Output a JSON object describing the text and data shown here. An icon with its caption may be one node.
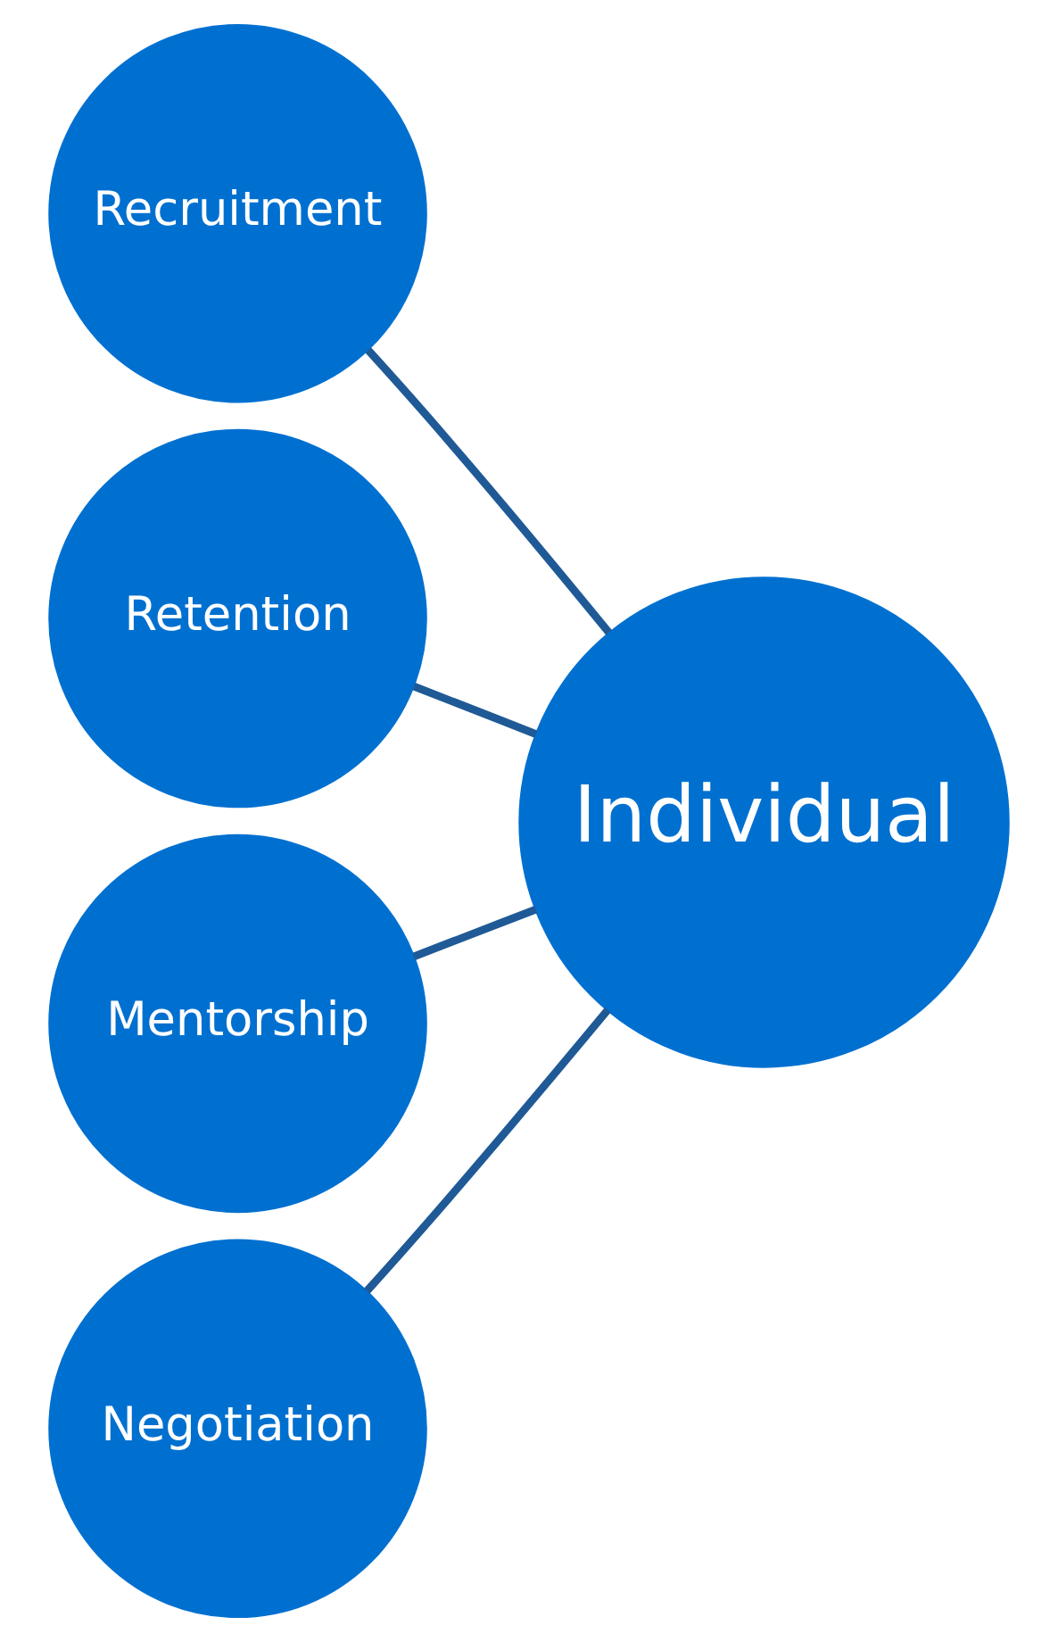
{
  "diagram": {
    "nodes": [
      {
        "text": [
          "Recruitment"
        ]
      },
      {
        "text": [
          "Retention"
        ]
      },
      {
        "text": [
          "Individual"
        ]
      },
      {
        "text": [
          "Mentorship"
        ]
      },
      {
        "text": [
          "Negotiation"
        ]
      }
    ],
    "edges": [
      {
        "from": 0,
        "to": 2,
        "arrow": "none"
      },
      {
        "from": 1,
        "to": 2,
        "arrow": "none"
      },
      {
        "from": 3,
        "to": 2,
        "arrow": "none"
      },
      {
        "from": 4,
        "to": 2,
        "arrow": "none"
      }
    ]
  }
}
